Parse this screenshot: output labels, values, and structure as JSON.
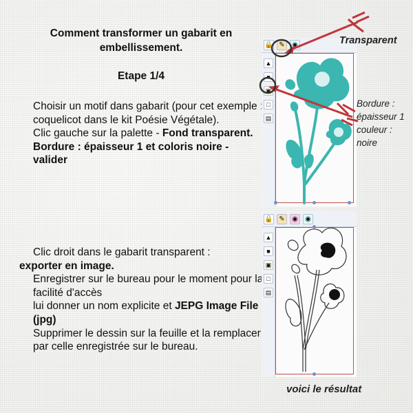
{
  "title": {
    "line1": "Comment transformer un gabarit en",
    "line2": "embellissement."
  },
  "step": "Etape 1/4",
  "block1": {
    "p1": "Choisir un motif dans gabarit (pour cet exemple : coquelicot dans le kit Poésie Végétale).",
    "p2_plain": "Clic gauche sur la palette - ",
    "p2_bold": "Fond transparent.",
    "p3_bold": "Bordure : épaisseur 1 et coloris noire -",
    "p3_plain": " valider"
  },
  "block2": {
    "p1_plain": "Clic droit dans le gabarit transparent :",
    "p1_bold": "exporter en image.",
    "p2": "Enregistrer sur le bureau pour le moment pour la facilité d'accès",
    "p3_plain": "lui donner un nom explicite et ",
    "p3_bold": "JEPG Image File (jpg)",
    "p4": "Supprimer le dessin sur la feuille et la remplacer par celle enregistrée sur le bureau."
  },
  "annotations": {
    "transparent": "Transparent",
    "bordure_line1": "Bordure :",
    "bordure_line2": "épaisseur 1",
    "bordure_line3": "couleur : noire",
    "result": "voici le résultat"
  },
  "colors": {
    "flower_fill": "#3bb6b0",
    "arrow": "#c0353b",
    "frame": "#c0504d",
    "outline": "#333333"
  },
  "icons": {
    "panel_toolbar": [
      "lock-icon",
      "palette-icon",
      "color-icon"
    ],
    "panel_sidebar": [
      "fill-icon",
      "shadow-icon",
      "image-icon",
      "border-icon",
      "layers-icon"
    ]
  }
}
